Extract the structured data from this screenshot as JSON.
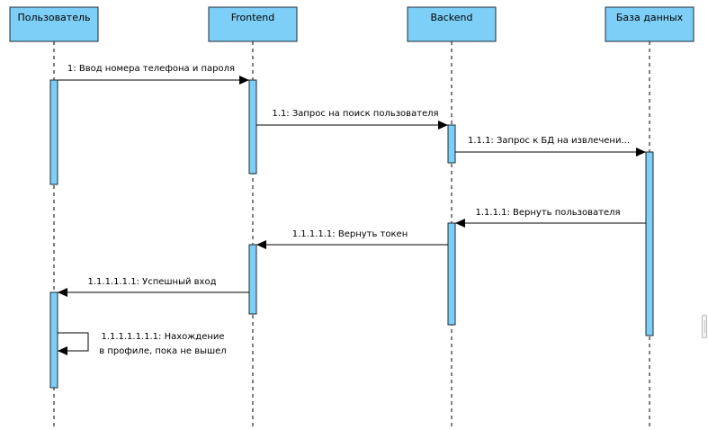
{
  "diagram": {
    "type": "sequence",
    "colors": {
      "fill": "#7dcff7",
      "stroke": "#1d2a33",
      "line": "#000000"
    },
    "lifelines": [
      {
        "id": "user",
        "label": "Пользователь"
      },
      {
        "id": "frontend",
        "label": "Frontend"
      },
      {
        "id": "backend",
        "label": "Backend"
      },
      {
        "id": "db",
        "label": "База данных"
      }
    ],
    "messages": [
      {
        "from": "user",
        "to": "frontend",
        "lines": [
          "1: Ввод номера телефона и пароля"
        ]
      },
      {
        "from": "frontend",
        "to": "backend",
        "lines": [
          "1.1: Запрос на поиск пользователя"
        ]
      },
      {
        "from": "backend",
        "to": "db",
        "lines": [
          "1.1.1: Запрос к БД на извлечени..."
        ]
      },
      {
        "from": "db",
        "to": "backend",
        "lines": [
          "1.1.1.1: Вернуть пользователя"
        ]
      },
      {
        "from": "backend",
        "to": "frontend",
        "lines": [
          "1.1.1.1.1: Вернуть токен"
        ]
      },
      {
        "from": "frontend",
        "to": "user",
        "lines": [
          "1.1.1.1.1.1: Успешный вход"
        ]
      },
      {
        "from": "user",
        "to": "user",
        "lines": [
          "1.1.1.1.1.1.1: Нахождение",
          "в профиле, пока не вышел"
        ]
      }
    ]
  }
}
